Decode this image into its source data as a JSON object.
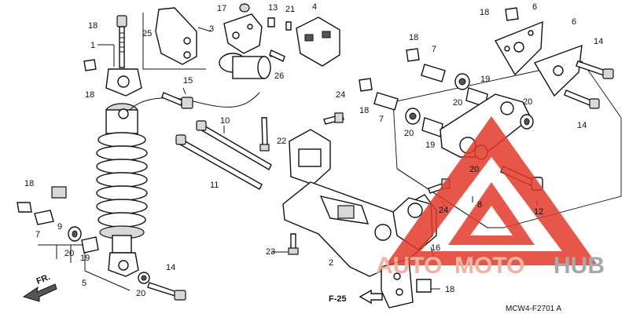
{
  "callouts": [
    {
      "id": "c1",
      "text": "1"
    },
    {
      "id": "c18a",
      "text": "18"
    },
    {
      "id": "c18b",
      "text": "18"
    },
    {
      "id": "c25",
      "text": "25"
    },
    {
      "id": "c17",
      "text": "17"
    },
    {
      "id": "c3",
      "text": "3"
    },
    {
      "id": "c13",
      "text": "13"
    },
    {
      "id": "c21",
      "text": "21"
    },
    {
      "id": "c4",
      "text": "4"
    },
    {
      "id": "c26",
      "text": "26"
    },
    {
      "id": "c15",
      "text": "15"
    },
    {
      "id": "c10",
      "text": "10"
    },
    {
      "id": "c11",
      "text": "11"
    },
    {
      "id": "c22",
      "text": "22"
    },
    {
      "id": "c24a",
      "text": "24"
    },
    {
      "id": "c18c",
      "text": "18"
    },
    {
      "id": "c7a",
      "text": "7"
    },
    {
      "id": "c18d",
      "text": "18"
    },
    {
      "id": "c7b",
      "text": "7"
    },
    {
      "id": "c19a",
      "text": "19"
    },
    {
      "id": "c20a",
      "text": "20"
    },
    {
      "id": "c20b",
      "text": "20"
    },
    {
      "id": "c19b",
      "text": "19"
    },
    {
      "id": "c20c",
      "text": "20"
    },
    {
      "id": "c20d",
      "text": "20"
    },
    {
      "id": "c18e",
      "text": "18"
    },
    {
      "id": "c6a",
      "text": "6"
    },
    {
      "id": "c6b",
      "text": "6"
    },
    {
      "id": "c14a",
      "text": "14"
    },
    {
      "id": "c14b",
      "text": "14"
    },
    {
      "id": "c8",
      "text": "8"
    },
    {
      "id": "c12",
      "text": "12"
    },
    {
      "id": "c24b",
      "text": "24"
    },
    {
      "id": "c16",
      "text": "16"
    },
    {
      "id": "c18f",
      "text": "18"
    },
    {
      "id": "c23",
      "text": "23"
    },
    {
      "id": "c2",
      "text": "2"
    },
    {
      "id": "c18g",
      "text": "18"
    },
    {
      "id": "c9",
      "text": "9"
    },
    {
      "id": "c7c",
      "text": "7"
    },
    {
      "id": "c20e",
      "text": "20"
    },
    {
      "id": "c19c",
      "text": "19"
    },
    {
      "id": "c5",
      "text": "5"
    },
    {
      "id": "c14c",
      "text": "14"
    },
    {
      "id": "c20f",
      "text": "20"
    }
  ],
  "labels": {
    "front_arrow": "FR.",
    "ref_page": "F-25",
    "drawing_code": "MCW4-F2701 A"
  },
  "watermark": {
    "brand_part1": "AUTO",
    "brand_part2": "MOTO",
    "brand_part3": "HUB",
    "color_red": "#e23a2b",
    "color_orange": "#f0a890",
    "color_grey": "#9a9a9a"
  }
}
